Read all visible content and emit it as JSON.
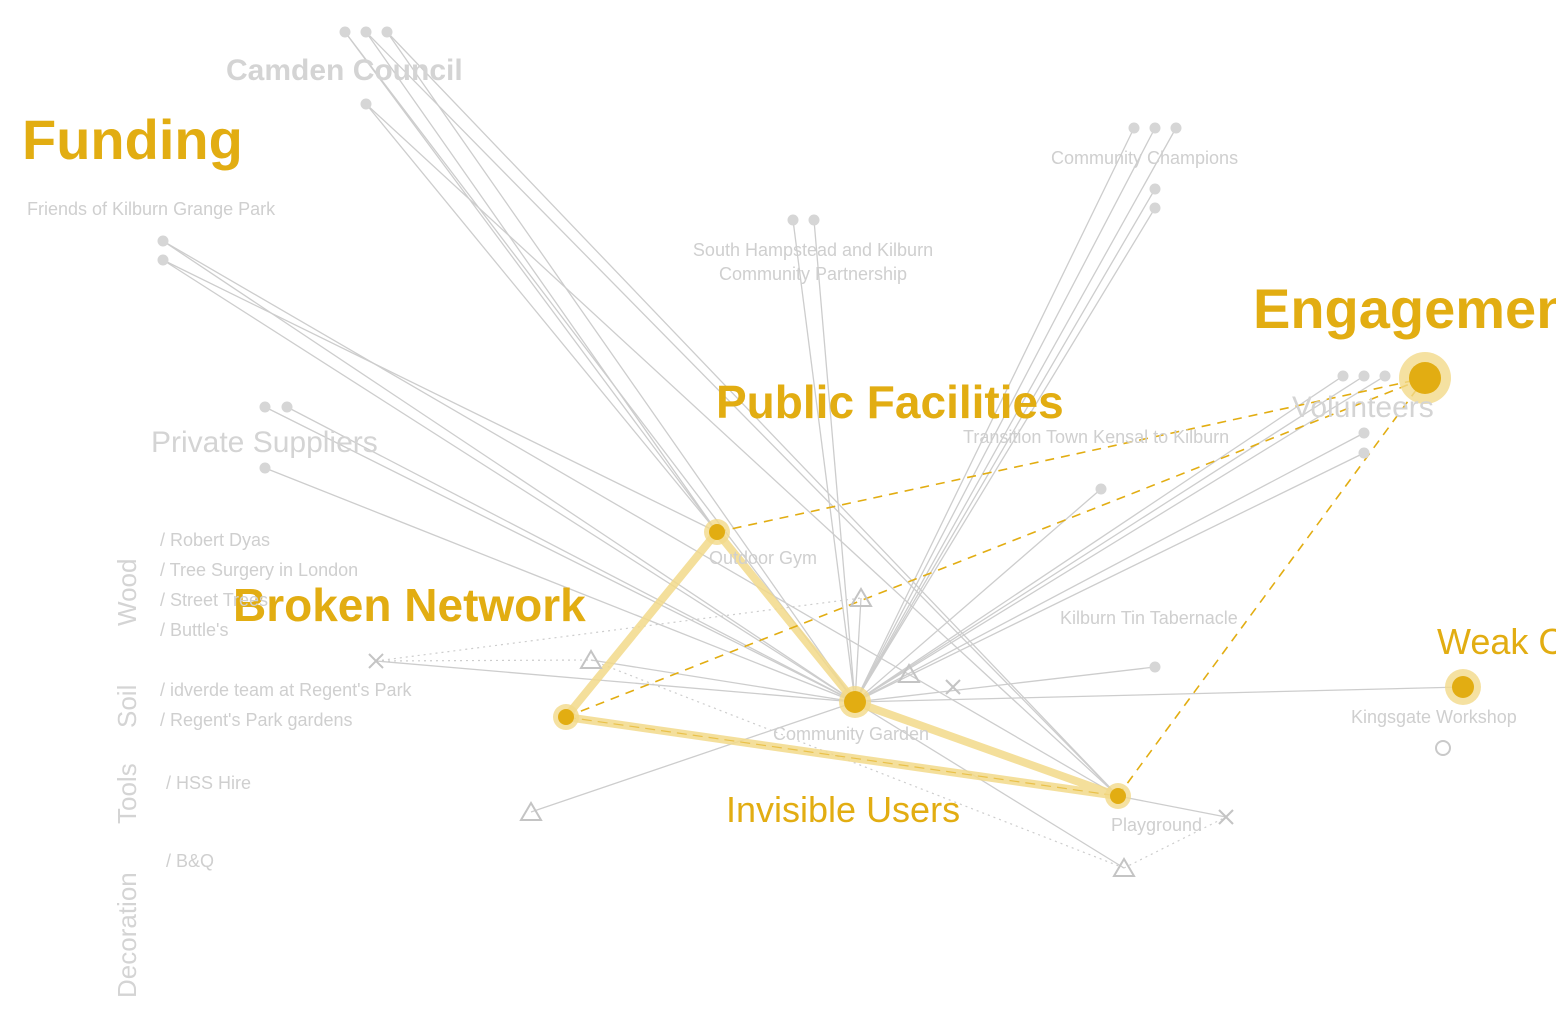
{
  "colors": {
    "accent": "#E2AD12",
    "accent_soft": "#F2D98A",
    "line": "#C9C9C9",
    "dot": "#D6D6D6",
    "text_gray": "#D2D2D2",
    "text_dark_gray": "#C6C6C6"
  },
  "themes": {
    "funding": "Funding",
    "engagement": "Engagement",
    "public_facilities": "Public Facilities",
    "broken_network": "Broken Network",
    "invisible_users": "Invisible Users",
    "weak": "Weak C"
  },
  "groups": {
    "camden_council": "Camden Council",
    "private_suppliers": "Private Suppliers",
    "volunteers": "Volunteers"
  },
  "organisations": {
    "friends_kilburn": "Friends of Kilburn Grange Park",
    "community_champions": "Community Champions",
    "south_hampstead_1": "South Hampstead and Kilburn",
    "south_hampstead_2": "Community Partnership",
    "transition_town": "Transition Town Kensal to Kilburn",
    "kilburn_tin": "Kilburn Tin Tabernacle",
    "kingsgate": "Kingsgate Workshop"
  },
  "places": {
    "outdoor_gym": "Outdoor Gym",
    "community_garden": "Community Garden",
    "playground": "Playground"
  },
  "categories": {
    "wood": "Wood",
    "soil": "Soil",
    "tools": "Tools",
    "decoration": "Decoration"
  },
  "suppliers": {
    "robert_dyas": "/ Robert Dyas",
    "tree_surgery": "/ Tree Surgery in London",
    "street_trees": "/ Street Trees",
    "buttles": "/ Buttle's",
    "idverde": "/ idverde team at Regent's Park",
    "regents_gardens": "/ Regent's Park gardens",
    "hss": "/ HSS Hire",
    "bq": "/ B&Q"
  }
}
